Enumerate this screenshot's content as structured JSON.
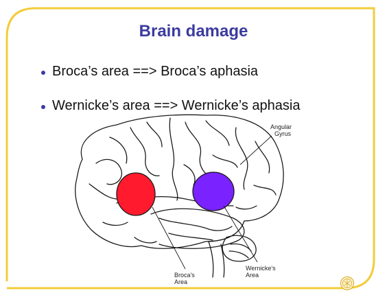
{
  "slide": {
    "title": "Brain damage",
    "bullets": [
      "Broca’s area ==> Broca’s aphasia",
      "Wernicke’s area ==> Wernicke’s aphasia"
    ]
  },
  "figure": {
    "labels": {
      "angular_line1": "Angular",
      "angular_line2": "Gyrus",
      "broca_line1": "Broca's",
      "broca_line2": "Area",
      "wernicke_line1": "Wernicke's",
      "wernicke_line2": "Area"
    },
    "colors": {
      "broca_area": "#ff1a2e",
      "wernicke_area": "#7a22ff"
    }
  },
  "theme": {
    "frame_color": "#f2cc3a",
    "title_color": "#3b3b9f"
  }
}
